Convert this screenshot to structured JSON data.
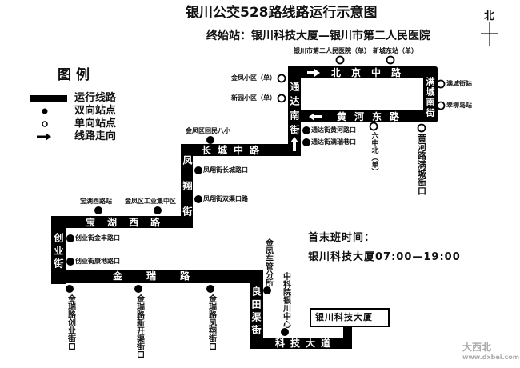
{
  "title": "银川公交528路线路运行示意图",
  "subtitle": "终始站：银川科技大厦—银川市第二人民医院",
  "north_label": "北",
  "legend": {
    "title": "图例",
    "items": [
      {
        "symbol": "thick-line",
        "label": "运行线路"
      },
      {
        "symbol": "filled-dot",
        "label": "双向站点"
      },
      {
        "symbol": "hollow-circle",
        "label": "单向站点"
      },
      {
        "symbol": "arrow-right",
        "label": "线路走向"
      }
    ]
  },
  "roads": {
    "beijing": "北京中路",
    "huanghe": "黄河东路",
    "tongda": "通达南街",
    "mancheng": "满城南街",
    "changcheng": "长城中路",
    "fengxiang": "凤翔街",
    "baohu": "宝湖西路",
    "chuangye": "创业街",
    "jinrui": "金瑞路",
    "liangtian": "良田渠街",
    "keji": "科技大道"
  },
  "stations": {
    "jinfeng_xiaoqu": "金凤小区（单）",
    "xinyuan_xiaoqu": "新园小区（单）",
    "hospital2": "银川市第二人民医院（单）",
    "xincheng_east": "新城东站（单）",
    "mancheng_jie": "满城街站",
    "cuiliu_dao": "翠柳岛站",
    "huanghe_mancheng": "黄河路满城街口",
    "liuzhong_bei": "六中北（单）",
    "tongda_huanghe": "通达街黄河路口",
    "tongda_manrui": "通达街满瑞巷口",
    "huimin_8": "金凤区回民八小",
    "fengxiang_changcheng": "凤翔街长城路口",
    "fengxiang_shuangqu": "凤翔街双渠口路",
    "baohu_west": "宝湖西路站",
    "industrial": "金凤区工业集中区",
    "chuangye_jinfeng": "创业街金丰路口",
    "chuangye_kangdi": "创业街康地路口",
    "jinrui_chuangye": "金瑞路创业街口",
    "jinrui_xinkaiqu": "金瑞路新开渠街口",
    "jinrui_fengxiang": "金瑞路凤翔街口",
    "chegaun": "金凤车管分所",
    "cas_center": "中科院银川中心"
  },
  "terminal_box": "银川科技大厦",
  "schedule": {
    "heading": "首末班时间：",
    "line": "银川科技大厦07:00—19:00"
  },
  "watermark": {
    "name": "大西北",
    "url": "www.dxbei.com"
  },
  "colors": {
    "route": "#000000",
    "background": "#ffffff"
  }
}
